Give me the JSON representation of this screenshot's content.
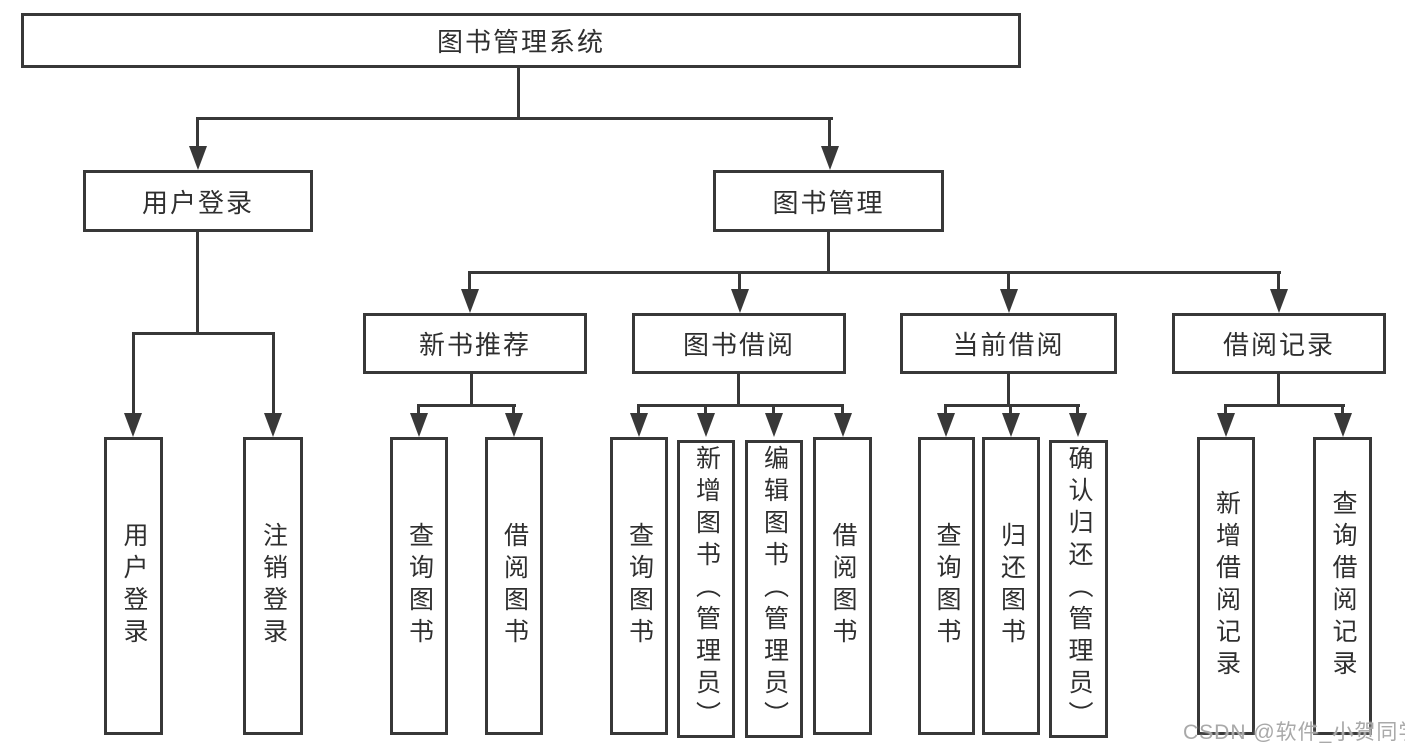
{
  "tree": {
    "root": "图书管理系统",
    "level2": [
      "用户登录",
      "图书管理"
    ],
    "level3": [
      "新书推荐",
      "图书借阅",
      "当前借阅",
      "借阅记录"
    ],
    "leaves": [
      "用户登录",
      "注销登录",
      "查询图书",
      "借阅图书",
      "查询图书",
      "新增图书（管理员）",
      "编辑图书（管理员）",
      "借阅图书",
      "查询图书",
      "归还图书",
      "确认归还（管理员）",
      "新增借阅记录",
      "查询借阅记录"
    ],
    "hierarchy": {
      "图书管理系统": [
        "用户登录",
        "图书管理"
      ],
      "用户登录": [
        "用户登录",
        "注销登录"
      ],
      "图书管理": [
        "新书推荐",
        "图书借阅",
        "当前借阅",
        "借阅记录"
      ],
      "新书推荐": [
        "查询图书",
        "借阅图书"
      ],
      "图书借阅": [
        "查询图书",
        "新增图书（管理员）",
        "编辑图书（管理员）",
        "借阅图书"
      ],
      "当前借阅": [
        "查询图书",
        "归还图书",
        "确认归还（管理员）"
      ],
      "借阅记录": [
        "新增借阅记录",
        "查询借阅记录"
      ]
    }
  },
  "watermark": {
    "text": "CSDN @软件_小贺同学"
  },
  "colors": {
    "line": "#383838",
    "box_border": "#383838",
    "text": "#2f2f2f",
    "watermark": "#a9a9a9",
    "background": "#ffffff"
  }
}
